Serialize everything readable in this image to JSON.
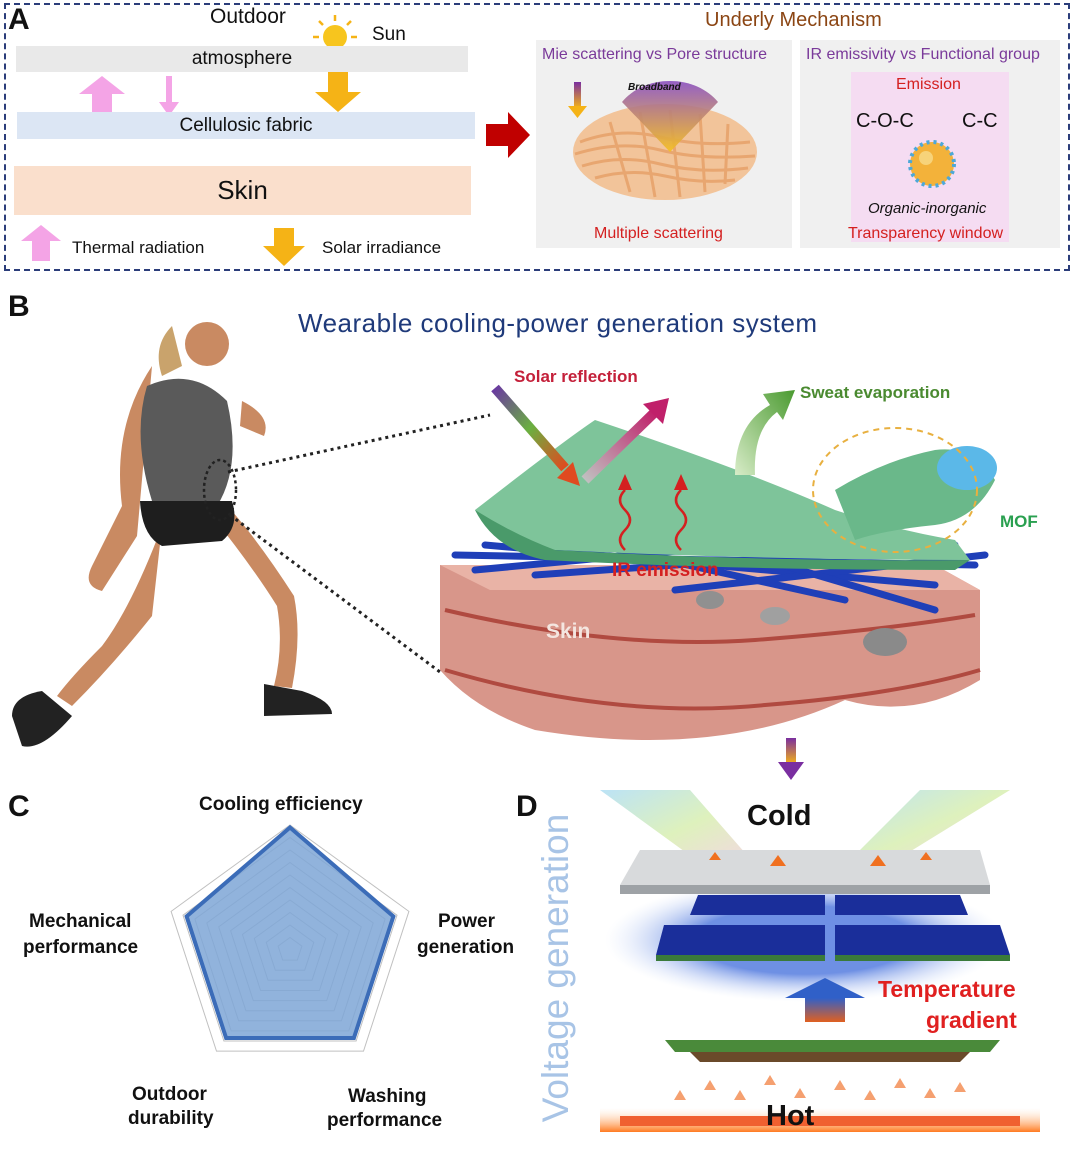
{
  "panels": {
    "a": "A",
    "b": "B",
    "c": "C",
    "d": "D"
  },
  "panelA": {
    "outdoor": "Outdoor",
    "sun": "Sun",
    "atmosphere": "atmosphere",
    "fabric": "Cellulosic fabric",
    "skin": "Skin",
    "legend_thermal": "Thermal radiation",
    "legend_solar": "Solar irradiance",
    "mechanism_title": "Underly Mechanism",
    "mie_title": "Mie scattering vs Pore structure",
    "broadband": "Broadband",
    "multiple_scattering": "Multiple  scattering",
    "ir_title": "IR emissivity vs Functional group",
    "emission": "Emission",
    "coc": "C-O-C",
    "cc": "C-C",
    "organic_inorganic": "Organic-inorganic",
    "transparency": "Transparency window"
  },
  "panelB": {
    "title": "Wearable cooling-power generation system",
    "solar_reflection": "Solar reflection",
    "sweat_evaporation": "Sweat evaporation",
    "mof": "MOF",
    "ir_emission": "IR emission",
    "skin": "Skin"
  },
  "panelC": {
    "labels": {
      "cooling": "Cooling efficiency",
      "power1": "Power",
      "power2": "generation",
      "washing1": "Washing",
      "washing2": "performance",
      "outdoor1": "Outdoor",
      "outdoor2": "durability",
      "mech1": "Mechanical",
      "mech2": "performance"
    },
    "fill_color": "#7ea6d6",
    "stroke_color": "#3b6cb8"
  },
  "panelD": {
    "cold": "Cold",
    "hot": "Hot",
    "temp1": "Temperature",
    "temp2": "gradient",
    "voltage": "Voltage generation"
  },
  "colors": {
    "thermal_arrow": "#f4a4e6",
    "solar_arrow": "#f5b316",
    "atmosphere": "#e9e9e9",
    "fabric": "#dce6f4",
    "skin_band": "#fadfcc",
    "mechanism": "#8b4513",
    "big_arrow": "#c00000",
    "title_blue": "#1f3a7a",
    "red_label": "#d42020",
    "green_label": "#4a8a30"
  }
}
